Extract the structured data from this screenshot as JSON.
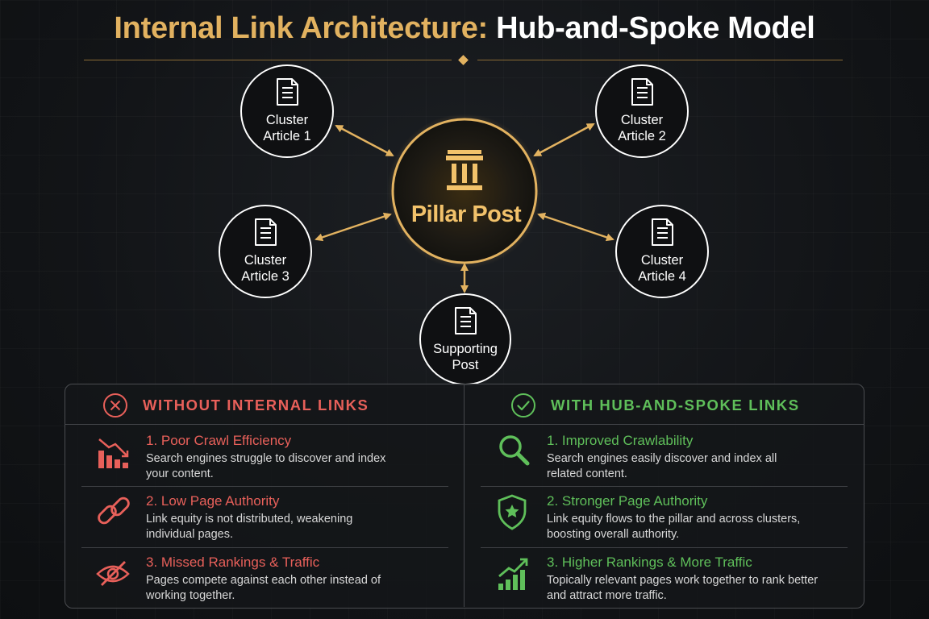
{
  "title": {
    "part1": "Internal Link Architecture:",
    "part2": "Hub-and-Spoke Model"
  },
  "diagram": {
    "pillar": {
      "label": "Pillar Post",
      "icon": "pillar-icon"
    },
    "nodes": [
      {
        "line1": "Cluster",
        "line2": "Article 1",
        "icon": "document-icon"
      },
      {
        "line1": "Cluster",
        "line2": "Article 2",
        "icon": "document-icon"
      },
      {
        "line1": "Cluster",
        "line2": "Article 3",
        "icon": "document-icon"
      },
      {
        "line1": "Cluster",
        "line2": "Article 4",
        "icon": "document-icon"
      },
      {
        "line1": "Supporting",
        "line2": "Post",
        "icon": "document-icon"
      }
    ],
    "colors": {
      "gold": "#e2b260",
      "bad": "#e8605a",
      "good": "#5fbf5a"
    }
  },
  "comparison": {
    "without": {
      "heading": "WITHOUT INTERNAL LINKS",
      "icon": "x-circle-icon",
      "items": [
        {
          "title": "1. Poor Crawl Efficiency",
          "desc": "Search engines struggle to discover and index your content.",
          "icon": "declining-chart-icon"
        },
        {
          "title": "2. Low Page Authority",
          "desc": "Link equity is not distributed, weakening individual pages.",
          "icon": "broken-link-icon"
        },
        {
          "title": "3. Missed Rankings & Traffic",
          "desc": "Pages compete against each other instead of working together.",
          "icon": "eye-slash-icon"
        }
      ]
    },
    "with": {
      "heading": "WITH HUB-AND-SPOKE LINKS",
      "icon": "check-circle-icon",
      "items": [
        {
          "title": "1. Improved Crawlability",
          "desc": "Search engines easily discover and index all related content.",
          "icon": "magnifier-icon"
        },
        {
          "title": "2. Stronger Page Authority",
          "desc": "Link equity flows to the pillar and across clusters, boosting overall authority.",
          "icon": "shield-star-icon"
        },
        {
          "title": "3. Higher Rankings & More Traffic",
          "desc": "Topically relevant pages work together to rank better and attract more traffic.",
          "icon": "rising-chart-icon"
        }
      ]
    }
  }
}
